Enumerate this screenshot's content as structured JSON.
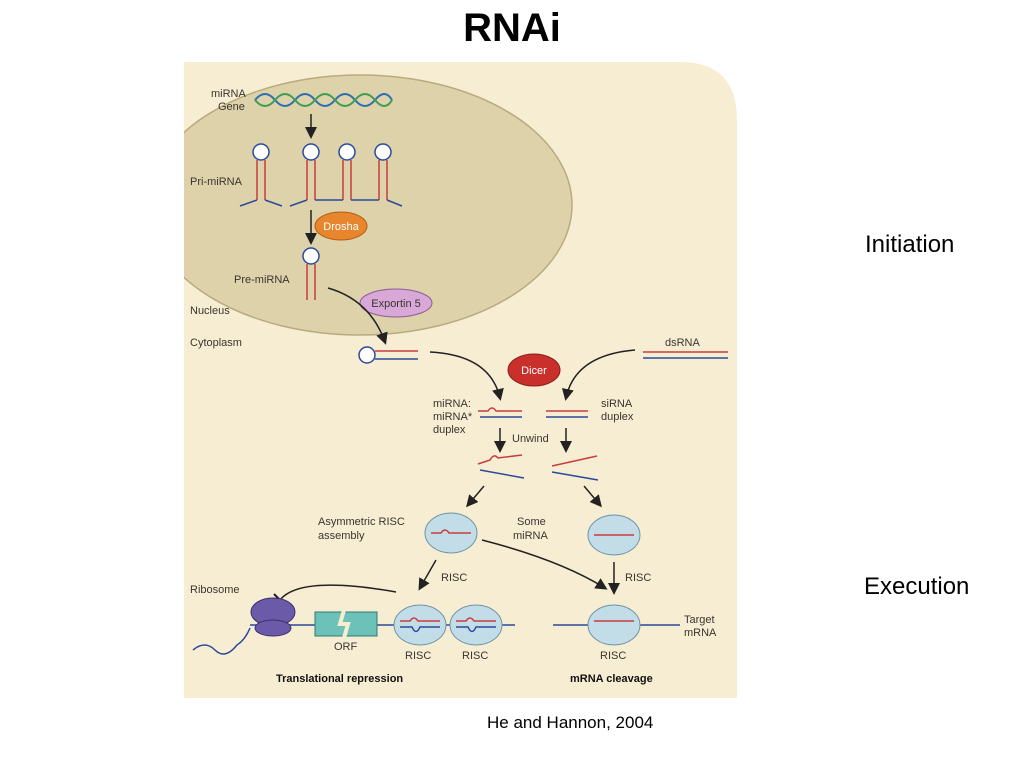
{
  "title": "RNAi",
  "side_labels": {
    "initiation": "Initiation",
    "execution": "Execution"
  },
  "citation": "He and Hannon, 2004",
  "figure": {
    "nucleus_label": "Nucleus",
    "cytoplasm_label": "Cytoplasm",
    "mirna_gene_line1": "miRNA",
    "mirna_gene_line2": "Gene",
    "pri_mirna": "Pri-miRNA",
    "drosha": "Drosha",
    "pre_mirna": "Pre-miRNA",
    "exportin": "Exportin 5",
    "dsrna": "dsRNA",
    "dicer": "Dicer",
    "mirna_duplex_line1": "miRNA:",
    "mirna_duplex_line2": "miRNA*",
    "mirna_duplex_line3": "duplex",
    "sirna_duplex_line1": "siRNA",
    "sirna_duplex_line2": "duplex",
    "unwind": "Unwind",
    "asym_risc_line1": "Asymmetric RISC",
    "asym_risc_line2": "assembly",
    "some_mirna_line1": "Some",
    "some_mirna_line2": "miRNA",
    "risc": "RISC",
    "ribosome": "Ribosome",
    "orf": "ORF",
    "target_mrna_line1": "Target",
    "target_mrna_line2": "mRNA",
    "translational_repression": "Translational repression",
    "mrna_cleavage": "mRNA cleavage"
  },
  "colors": {
    "cell_bg": "#f6edd2",
    "nucleus": "#ddd2aa",
    "drosha": "#e8862e",
    "dicer": "#c9302c",
    "exportin": "#d8a8d8",
    "risc": "#c3dde8",
    "ribosome": "#6a5aa8",
    "orf": "#6cc2b8",
    "rna_red": "#c83c3c",
    "rna_blue": "#2a4a9a"
  }
}
